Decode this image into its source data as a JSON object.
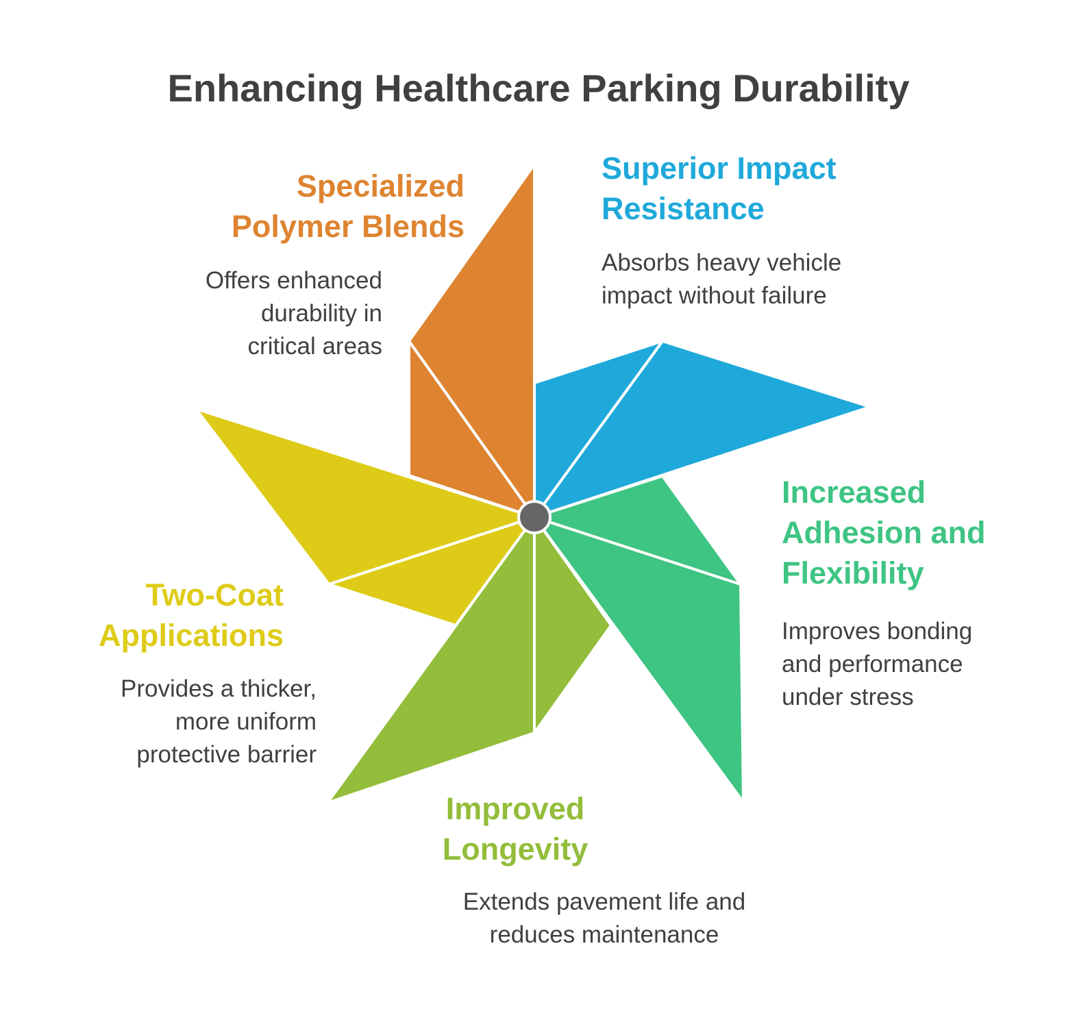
{
  "title": "Enhancing Healthcare Parking Durability",
  "colors": {
    "orange": "#DE8431",
    "blue": "#1FA9DA",
    "green": "#3EC483",
    "lime": "#93BD3A",
    "yellow": "#DECB17",
    "hub": "#666666",
    "text": "#404040"
  },
  "blades": [
    {
      "name": "specialized-polymer-blends",
      "color": "orange",
      "heading": [
        "Specialized",
        "Polymer Blends"
      ],
      "description": [
        "Offers enhanced",
        "durability in",
        "critical areas"
      ]
    },
    {
      "name": "superior-impact-resistance",
      "color": "blue",
      "heading": [
        "Superior Impact",
        "Resistance"
      ],
      "description": [
        "Absorbs heavy vehicle",
        "impact without failure"
      ]
    },
    {
      "name": "increased-adhesion-flexibility",
      "color": "green",
      "heading": [
        "Increased",
        "Adhesion and",
        "Flexibility"
      ],
      "description": [
        "Improves bonding",
        "and performance",
        "under stress"
      ]
    },
    {
      "name": "improved-longevity",
      "color": "lime",
      "heading": [
        "Improved",
        "Longevity"
      ],
      "description": [
        "Extends pavement life and",
        "reduces maintenance"
      ]
    },
    {
      "name": "two-coat-applications",
      "color": "yellow",
      "heading": [
        "Two-Coat",
        "Applications"
      ],
      "description": [
        "Provides a thicker,",
        "more uniform",
        "protective barrier"
      ]
    }
  ]
}
